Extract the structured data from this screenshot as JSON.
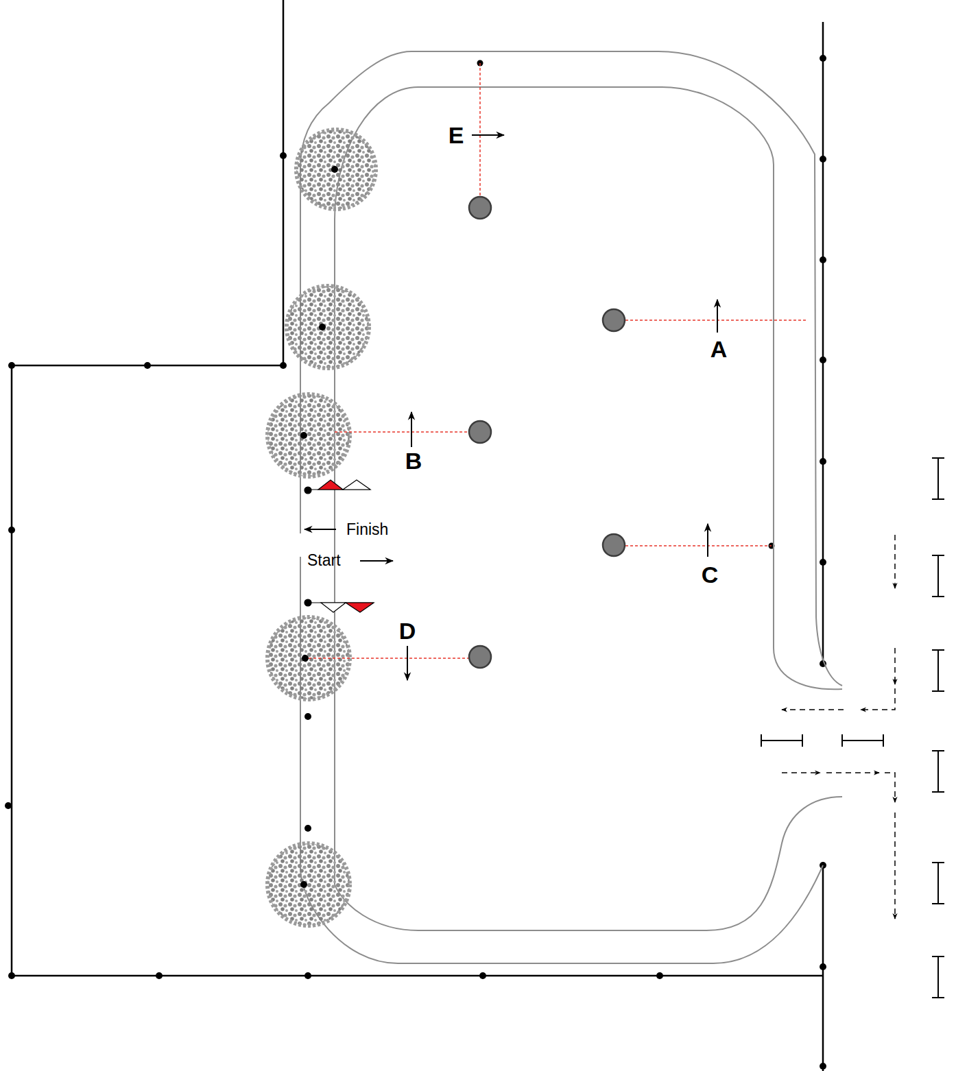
{
  "diagram": {
    "labels": [
      "E",
      "A",
      "B",
      "Finish",
      "Start",
      "C",
      "D"
    ]
  }
}
